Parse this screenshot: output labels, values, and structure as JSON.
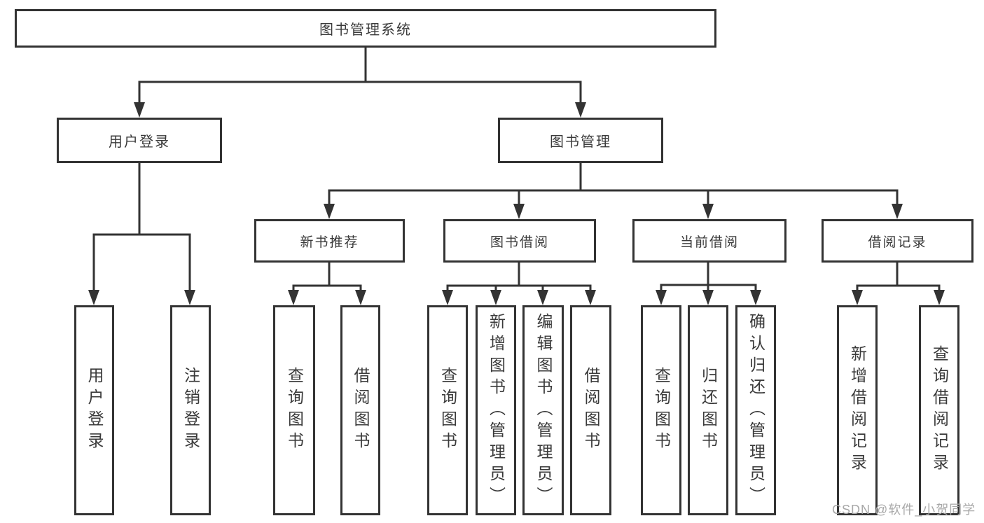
{
  "colors": {
    "border": "#333333",
    "line": "#333333",
    "text": "#3a3a3a",
    "background": "#ffffff",
    "watermark": "#a8a8a8"
  },
  "watermark": {
    "text": "CSDN @软件_小贺同学"
  },
  "tree": {
    "label": "图书管理系统",
    "children": [
      {
        "label": "用户登录",
        "children": [
          {
            "label": "用户登录"
          },
          {
            "label": "注销登录"
          }
        ]
      },
      {
        "label": "图书管理",
        "children": [
          {
            "label": "新书推荐",
            "children": [
              {
                "label": "查询图书"
              },
              {
                "label": "借阅图书"
              }
            ]
          },
          {
            "label": "图书借阅",
            "children": [
              {
                "label": "查询图书"
              },
              {
                "label": "新增图书（管理员）"
              },
              {
                "label": "编辑图书（管理员）"
              },
              {
                "label": "借阅图书"
              }
            ]
          },
          {
            "label": "当前借阅",
            "children": [
              {
                "label": "查询图书"
              },
              {
                "label": "归还图书"
              },
              {
                "label": "确认归还（管理员）"
              }
            ]
          },
          {
            "label": "借阅记录",
            "children": [
              {
                "label": "新增借阅记录"
              },
              {
                "label": "查询借阅记录"
              }
            ]
          }
        ]
      }
    ]
  }
}
